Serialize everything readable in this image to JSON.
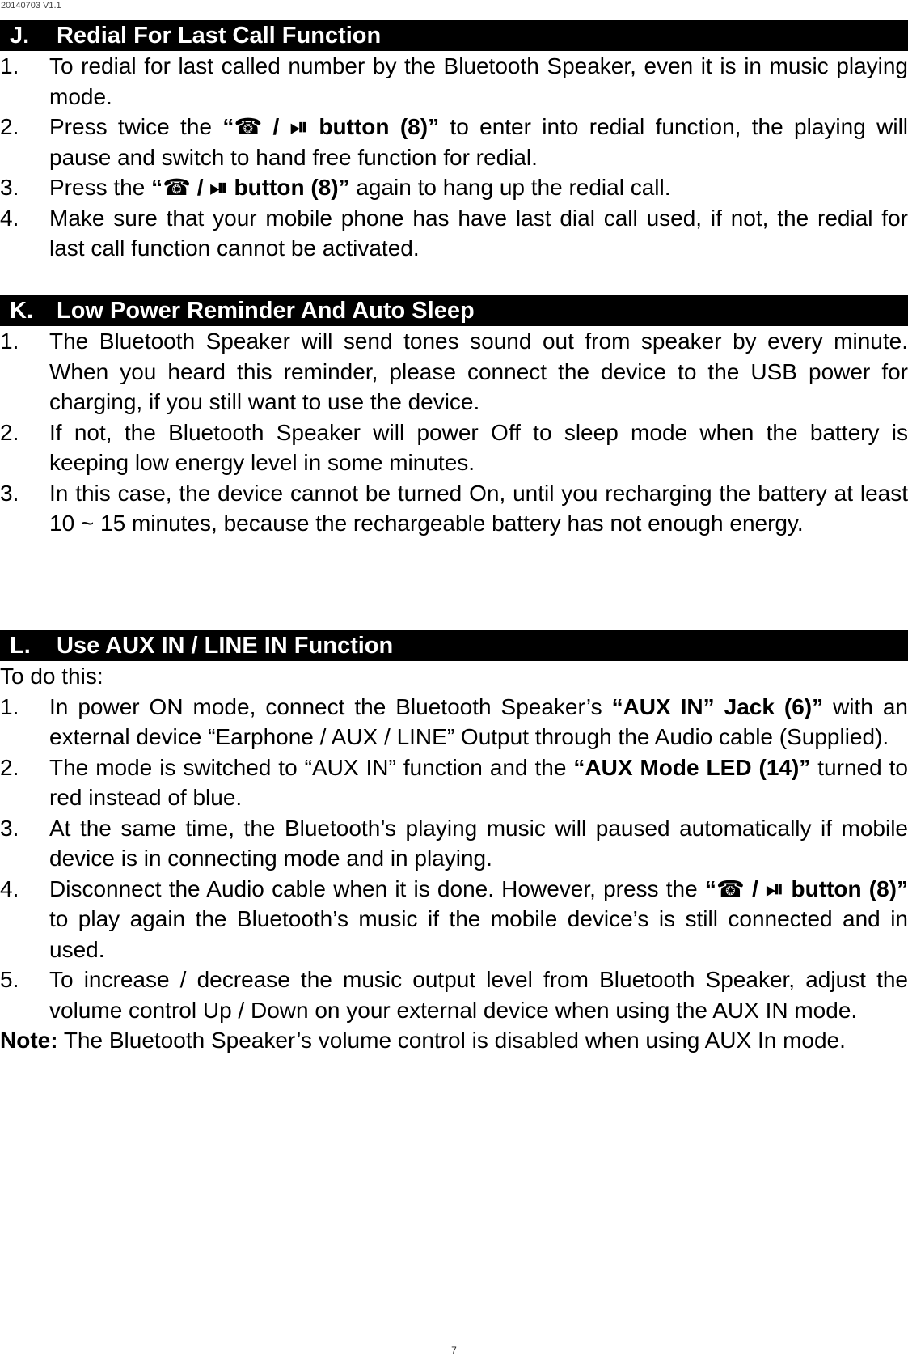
{
  "header": {
    "version": "20140703 V1.1"
  },
  "footer": {
    "page_number": "7"
  },
  "icons": {
    "phone": "phone-handset-icon",
    "play_pause": "play-pause-icon"
  },
  "sections": [
    {
      "letter": "J.",
      "title": "Redial For Last Call Function",
      "items": [
        {
          "num": "1.",
          "text": "To redial for last called number by the Bluetooth Speaker, even it is in music playing mode."
        },
        {
          "num": "2.",
          "pre": "Press twice the ",
          "bold_open": "“",
          "sep": " / ",
          "bold": " button (8)”",
          "post": " to enter into redial function, the playing will pause and switch to hand free function for redial."
        },
        {
          "num": "3.",
          "pre": "Press the ",
          "bold_open": "“",
          "sep": " / ",
          "bold": " button (8)”",
          "post": " again to hang up the redial call."
        },
        {
          "num": "4.",
          "text": "Make sure that your mobile phone has have last dial call used, if not, the redial for last call function cannot be activated."
        }
      ]
    },
    {
      "letter": "K.",
      "title": "Low Power Reminder And Auto Sleep",
      "items": [
        {
          "num": "1.",
          "text": "The Bluetooth Speaker will send tones sound out from speaker by every minute. When you heard this reminder, please connect the device to the USB power for charging, if you still want to use the device."
        },
        {
          "num": "2.",
          "text": "If not, the Bluetooth Speaker will power Off to sleep mode when the battery is keeping low energy level in some minutes."
        },
        {
          "num": "3.",
          "text": "In this case, the device cannot be turned On, until you recharging the battery at least 10 ~ 15 minutes, because the rechargeable battery has not enough energy."
        }
      ]
    },
    {
      "letter": "L.",
      "title": "Use AUX IN / LINE IN Function",
      "intro": "To do this:",
      "items": [
        {
          "num": "1.",
          "pre": "In power ON mode, connect the Bluetooth Speaker’s ",
          "bold": "“AUX IN” Jack (6)”",
          "post": " with an external device “Earphone / AUX / LINE” Output through the Audio cable (Supplied)."
        },
        {
          "num": "2.",
          "pre": "The mode is switched to “AUX IN” function and the ",
          "bold": "“AUX Mode LED (14)”",
          "post": " turned to red instead of blue."
        },
        {
          "num": "3.",
          "text": "At the same time, the Bluetooth’s playing music will paused automatically if mobile device is in connecting mode and in playing."
        },
        {
          "num": "4.",
          "pre": "Disconnect the Audio cable when it is done. However, press the ",
          "bold_open": "“",
          "sep": " / ",
          "bold": " button (8)”",
          "post": " to play again the Bluetooth’s music if the mobile device’s is still connected and in used."
        },
        {
          "num": "5.",
          "text": "To increase / decrease the music output level from Bluetooth Speaker, adjust the volume control Up / Down on your external device when using the AUX IN mode."
        }
      ],
      "note_label": "Note:",
      "note_text": " The Bluetooth Speaker’s volume control is disabled when using AUX In mode."
    }
  ]
}
